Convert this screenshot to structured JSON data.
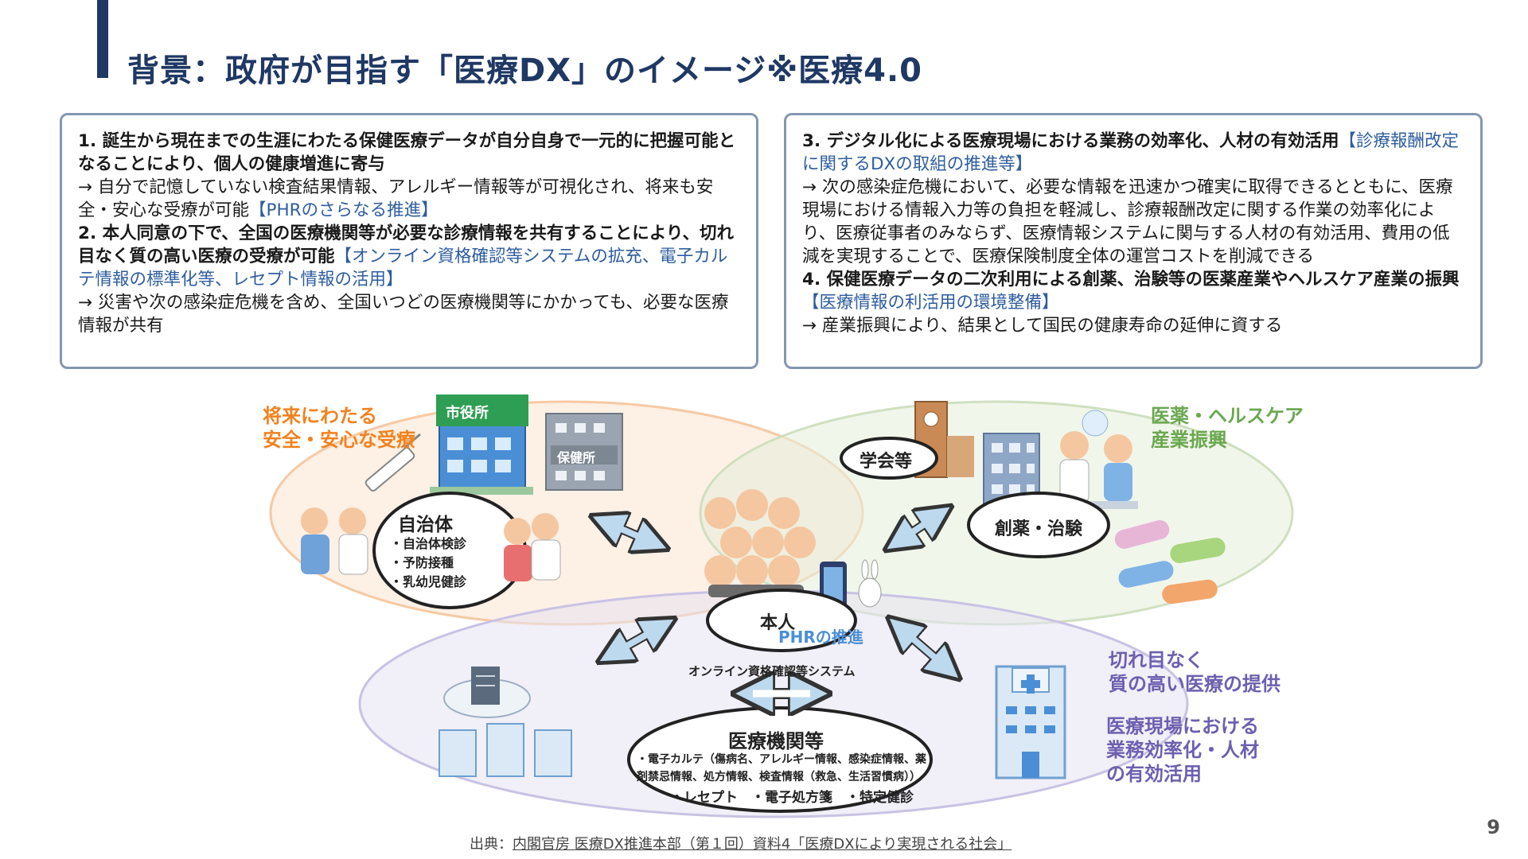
{
  "slide": {
    "title": "背景：政府が目指す「医療DX」のイメージ※医療4.0",
    "page_number": "9"
  },
  "left_box": {
    "item1_heading": "1. 誕生から現在までの生涯にわたる保健医療データが自分自身で一元的に把握可能となることにより、個人の健康増進に寄与",
    "item1_detail": "→ 自分で記憶していない検査結果情報、アレルギー情報等が可視化され、将来も安全・安心な受療が可能",
    "item1_link": "【PHRのさらなる推進】",
    "item2_heading": "2. 本人同意の下で、全国の医療機関等が必要な診療情報を共有することにより、切れ目なく質の高い医療の受療が可能",
    "item2_link": "【オンライン資格確認等システムの拡充、電子カルテ情報の標準化等、レセプト情報の活用】",
    "item2_detail": "→ 災害や次の感染症危機を含め、全国いつどの医療機関等にかかっても、必要な医療情報が共有"
  },
  "right_box": {
    "item3_heading": "3. デジタル化による医療現場における業務の効率化、人材の有効活用",
    "item3_link": "【診療報酬改定に関するDXの取組の推進等】",
    "item3_detail": "→ 次の感染症危機において、必要な情報を迅速かつ確実に取得できるとともに、医療現場における情報入力等の負担を軽減し、診療報酬改定に関する作業の効率化により、医療従事者のみならず、医療情報システムに関与する人材の有効活用、費用の低減を実現することで、医療保険制度全体の運営コストを削減できる",
    "item4_heading": "4. 保健医療データの二次利用による創薬、治験等の医薬産業やヘルスケア産業の振興",
    "item4_link": "【医療情報の利活用の環境整備】",
    "item4_detail": "→ 産業振興により、結果として国民の健康寿命の延伸に資する"
  },
  "illustration": {
    "orange_label_1": "将来にわたる",
    "orange_label_2": "安全・安心な受療",
    "green_label_1": "医薬・ヘルスケア",
    "green_label_2": "産業振興",
    "purple_label_1": "切れ目なく",
    "purple_label_2": "質の高い医療の提供",
    "purple_label_3": "医療現場における",
    "purple_label_4": "業務効率化・人材",
    "purple_label_5": "の有効活用",
    "city_office_sign": "市役所",
    "health_center_sign": "保健所",
    "municipality_title": "自治体",
    "municipality_items": [
      "・自治体検診",
      "・予防接種",
      "・乳幼児健診"
    ],
    "academic_label": "学会等",
    "drug_label": "創薬・治験",
    "person_label": "本人",
    "phr_label": "PHRの推進",
    "online_system_label": "オンライン資格確認等システム",
    "medical_title": "医療機関等",
    "medical_line1": "・電子カルテ（傷病名、アレルギー情報、感染症情報、薬",
    "medical_line2": "剤禁忌情報、処方情報、検査情報（救急、生活習慣病））",
    "medical_line3": "・レセプト　・電子処方箋　・特定健診"
  },
  "source": {
    "prefix": "出典：",
    "link": "内閣官房 医療DX推進本部（第１回）資料4「医療DXにより実現される社会」"
  },
  "colors": {
    "title": "#1f3864",
    "box_border": "#8497b0",
    "link": "#2e5d9f",
    "orange": "#f0821e",
    "green": "#6aa84f",
    "purple": "#6d5fb0"
  }
}
